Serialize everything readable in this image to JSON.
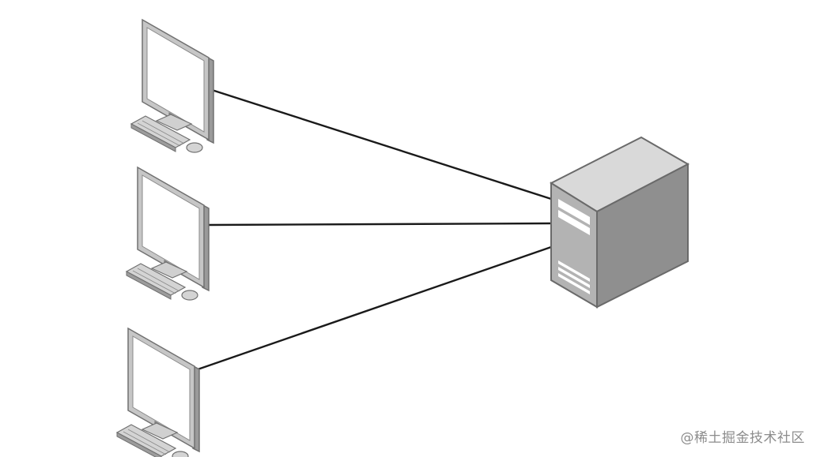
{
  "diagram": {
    "nodes": [
      {
        "id": "client-1",
        "kind": "desktop-computer-icon"
      },
      {
        "id": "client-2",
        "kind": "desktop-computer-icon"
      },
      {
        "id": "client-3",
        "kind": "desktop-computer-icon"
      },
      {
        "id": "server",
        "kind": "server-tower-icon"
      }
    ],
    "edges": [
      {
        "from": "client-1",
        "to": "server"
      },
      {
        "from": "client-2",
        "to": "server"
      },
      {
        "from": "client-3",
        "to": "server"
      }
    ],
    "colors": {
      "line": "#1a1a1a",
      "monitor_frame": "#c4c4c4",
      "monitor_outline": "#707070",
      "screen": "#ffffff",
      "server_front": "#b3b3b3",
      "server_side": "#8f8f8f",
      "server_top": "#dcdcdc"
    }
  },
  "watermark": {
    "text": "@稀土掘金技术社区"
  }
}
